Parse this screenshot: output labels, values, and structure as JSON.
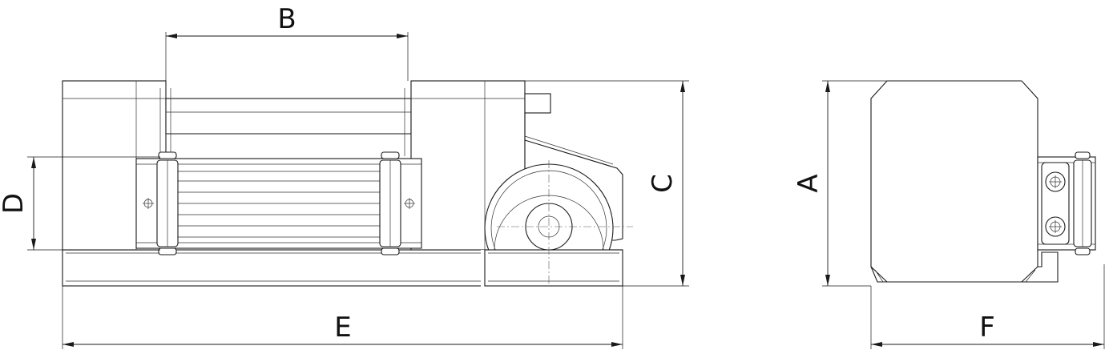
{
  "dimension_labels": {
    "a": "A",
    "b": "B",
    "c": "C",
    "d": "D",
    "e": "E",
    "f": "F"
  }
}
